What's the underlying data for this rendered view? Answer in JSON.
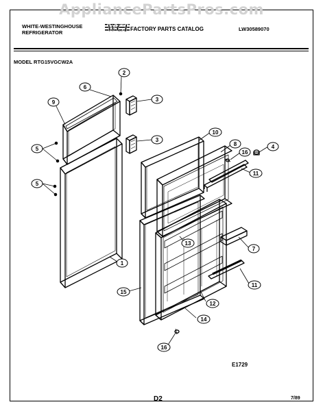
{
  "watermark": "AppliancePartsPros.com",
  "header": {
    "brand_line1": "WHITE-WESTINGHOUSE",
    "brand_line2": "REFRIGERATOR",
    "logo_text": "WCI",
    "catalog_title": "FACTORY PARTS CATALOG",
    "catalog_number": "LW30589070"
  },
  "model": "MODEL RTG15VGCW2A",
  "callouts": [
    "1",
    "2",
    "3",
    "3",
    "4",
    "5",
    "5",
    "6",
    "7",
    "8",
    "9",
    "10",
    "11",
    "11",
    "12",
    "13",
    "14",
    "15",
    "16",
    "16"
  ],
  "diagram_id": "E1729",
  "footer": {
    "page": "D2",
    "date": "7/89"
  }
}
